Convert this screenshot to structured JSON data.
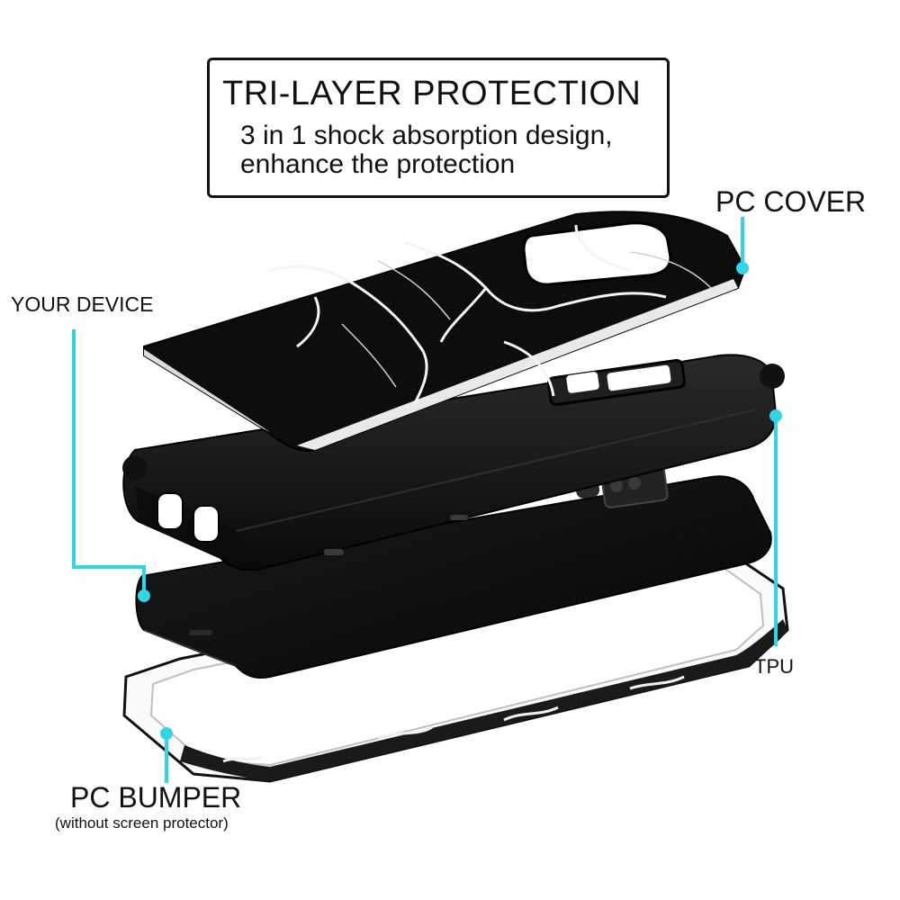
{
  "header": {
    "title": "TRI-LAYER PROTECTION",
    "subtitle": "3 in 1 shock absorption design, enhance the protection"
  },
  "callouts": {
    "pc_cover": "PC COVER",
    "your_device": "YOUR DEVICE",
    "tpu": "TPU",
    "pc_bumper": "PC BUMPER",
    "pc_bumper_note": "(without screen protector)"
  },
  "colors": {
    "callout_line": "#2fd6e8",
    "case_black": "#111111",
    "outline": "#111111"
  },
  "icons": {
    "pc_cover": "marble-pc-cover-shell",
    "tpu": "black-tpu-sleeve",
    "device": "phone-device",
    "pc_bumper": "marble-bumper-frame"
  }
}
